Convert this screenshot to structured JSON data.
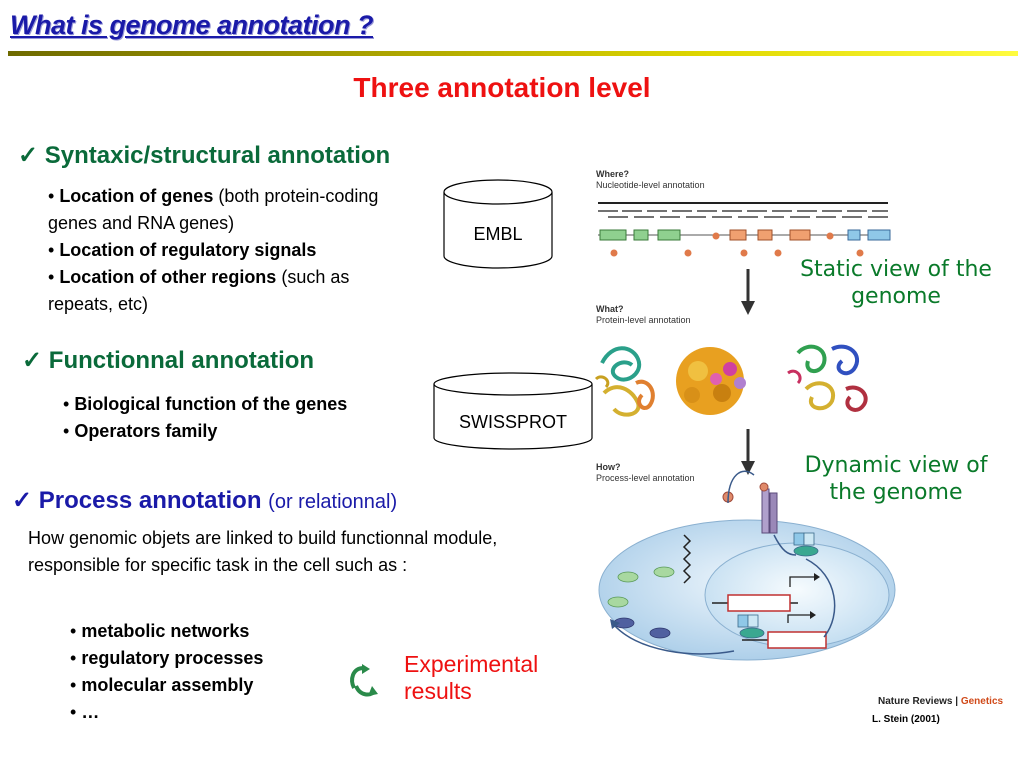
{
  "header": {
    "title": "What is genome annotation ?",
    "subtitle": "Three annotation level"
  },
  "sections": {
    "structural": {
      "check": "✓",
      "heading": "Syntaxic/structural annotation",
      "items": [
        {
          "bold": "Location of genes",
          "rest": " (both protein-coding genes and RNA genes)"
        },
        {
          "bold": "Location of regulatory signals",
          "rest": ""
        },
        {
          "bold": "Location of other regions",
          "rest": " (such as repeats, etc)"
        }
      ],
      "database": "EMBL"
    },
    "functional": {
      "check": "✓",
      "heading": "Functionnal annotation",
      "items": [
        {
          "bold": "Biological function of the genes"
        },
        {
          "bold": "Operators family"
        }
      ],
      "database": "SWISSPROT"
    },
    "process": {
      "check": "✓",
      "heading": "Process annotation",
      "heading_suffix": "(or relationnal)",
      "description": "How genomic objets are linked to build functionnal module, responsible for specific task in the cell such as :",
      "items": [
        "metabolic networks",
        "regulatory processes",
        "molecular assembly",
        "…"
      ]
    }
  },
  "annotations": {
    "static_view": "Static view of the genome",
    "dynamic_view": "Dynamic view of the genome",
    "experimental": "Experimental results"
  },
  "figure": {
    "where_title": "Where?",
    "where_sub": "Nucleotide-level annotation",
    "what_title": "What?",
    "what_sub": "Protein-level annotation",
    "how_title": "How?",
    "how_sub": "Process-level annotation",
    "journal_prefix": "Nature Reviews |",
    "journal_name": "Genetics",
    "credit": "L. Stein (2001)"
  },
  "colors": {
    "title": "#1a1aa8",
    "subtitle": "#ee1111",
    "section": "#0a6a3a",
    "annotation_green": "#0a7a2a",
    "experimental": "#ee1111"
  },
  "icons": {
    "check": "check-icon",
    "cycle_arrow": "cycle-arrow-icon",
    "down_arrow": "down-arrow-icon"
  }
}
